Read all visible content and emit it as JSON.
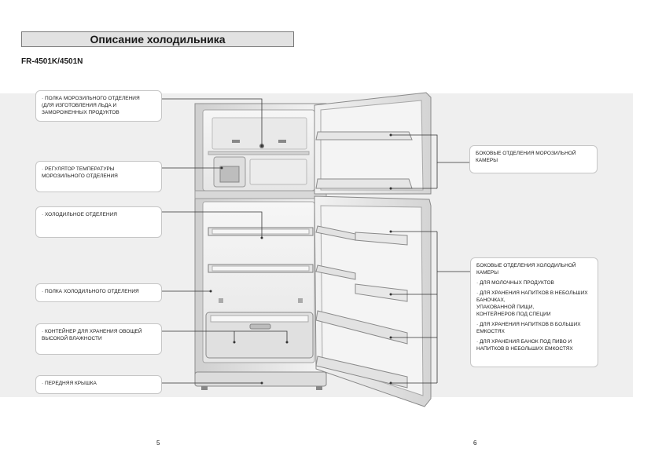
{
  "header": {
    "title": "Описание холодильника",
    "model": "FR-4501K/4501N"
  },
  "left_callouts": {
    "freezer_shelf": [
      "· ПОЛКА МОРОЗИЛЬНОГО ОТДЕЛЕНИЯ",
      "(ДЛЯ ИЗГОТОВЛЕНИЯ ЛЬДА И",
      "ЗАМОРОЖЕННЫХ ПРОДУКТОВ"
    ],
    "freezer_regulator": [
      "· РЕГУЛЯТОР ТЕМПЕРАТУРЫ",
      "МОРОЗИЛЬНОГО ОТДЕЛЕНИЯ"
    ],
    "fridge_compartment": [
      "· ХОЛОДИЛЬНОЕ ОТДЕЛЕНИЯ"
    ],
    "fridge_shelf": [
      "· ПОЛКА ХОЛОДИЛЬНОГО ОТДЕЛЕНИЯ"
    ],
    "crisper": [
      "· КОНТЕЙНЕР ДЛЯ ХРАНЕНИЯ ОВОЩЕЙ",
      "ВЫСОКОЙ ВЛАЖНОСТИ"
    ],
    "front_cover": [
      "· ПЕРЕДНЯЯ КРЫШКА"
    ]
  },
  "right_callouts": {
    "freezer_door": [
      "БОКОВЫЕ ОТДЕЛЕНИЯ МОРОЗИЛЬНОЙ",
      "КАМЕРЫ"
    ],
    "fridge_door_title": [
      "БОКОВЫЕ ОТДЕЛЕНИЯ ХОЛОДИЛЬНОЙ",
      "КАМЕРЫ"
    ],
    "fridge_door_items": [
      [
        "· ДЛЯ МОЛОЧНЫХ ПРОДУКТОВ"
      ],
      [
        "· ДЛЯ ХРАНЕНИЯ НАПИТКОВ В НЕБОЛЬШИХ",
        "БАНОЧКАХ,",
        "УПАКОВАННОЙ ПИЩИ,",
        "КОНТЕЙНЕРОВ ПОД СПЕЦИИ"
      ],
      [
        "· ДЛЯ ХРАНЕНИЯ НАПИТКОВ В БОЛЬШИХ",
        "ЕМКОСТЯХ"
      ],
      [
        "· ДЛЯ ХРАНЕНИЯ БАНОК ПОД ПИВО И",
        "НАПИТКОВ В НЕБОЛЬШИХ ЕМКОСТЯХ"
      ]
    ]
  },
  "page_numbers": {
    "left": "5",
    "right": "6"
  }
}
